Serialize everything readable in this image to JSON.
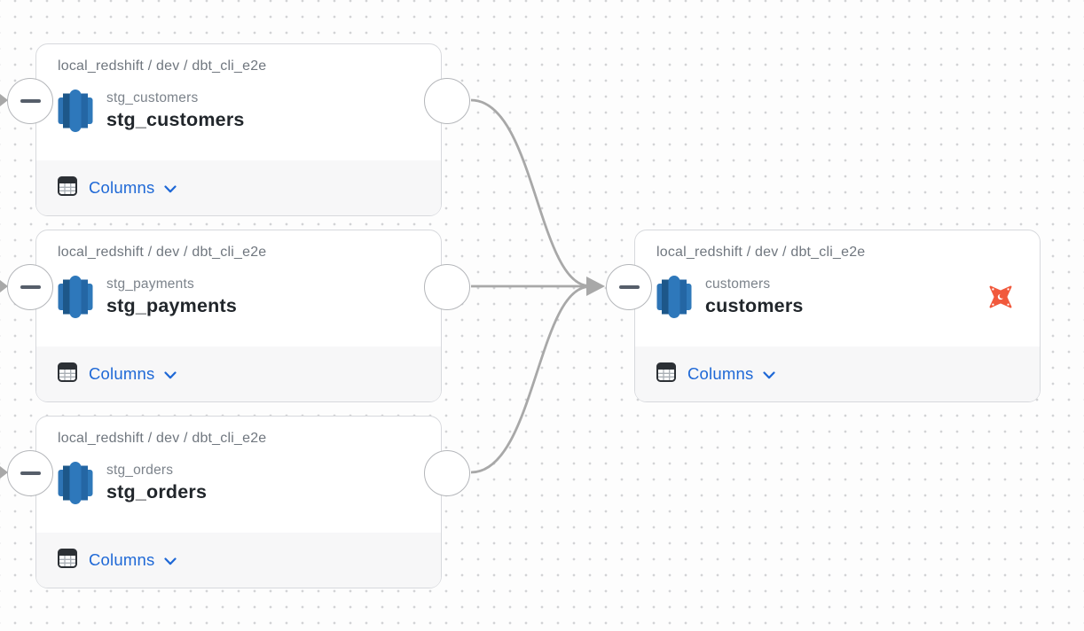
{
  "app": {
    "view": "lineage-graph"
  },
  "colors": {
    "accent_blue": "#1e68d6",
    "dbt_orange": "#f1593c",
    "redshift_blue_dark": "#1d5789",
    "redshift_blue": "#2e78bb",
    "edge_gray": "#a8a8a8",
    "card_border": "#d7d9dd",
    "footer_bg": "#f7f7f8"
  },
  "nodes": [
    {
      "id": "stg_customers",
      "breadcrumb": "local_redshift / dev / dbt_cli_e2e",
      "subtitle": "stg_customers",
      "title": "stg_customers",
      "columns_label": "Columns",
      "source_icon": "redshift-icon"
    },
    {
      "id": "stg_payments",
      "breadcrumb": "local_redshift / dev / dbt_cli_e2e",
      "subtitle": "stg_payments",
      "title": "stg_payments",
      "columns_label": "Columns",
      "source_icon": "redshift-icon"
    },
    {
      "id": "stg_orders",
      "breadcrumb": "local_redshift / dev / dbt_cli_e2e",
      "subtitle": "stg_orders",
      "title": "stg_orders",
      "columns_label": "Columns",
      "source_icon": "redshift-icon"
    },
    {
      "id": "customers",
      "breadcrumb": "local_redshift / dev / dbt_cli_e2e",
      "subtitle": "customers",
      "title": "customers",
      "columns_label": "Columns",
      "source_icon": "redshift-icon",
      "badge_icon": "dbt-icon"
    }
  ],
  "edges": [
    {
      "from": "stg_customers",
      "to": "customers"
    },
    {
      "from": "stg_payments",
      "to": "customers"
    },
    {
      "from": "stg_orders",
      "to": "customers"
    }
  ]
}
